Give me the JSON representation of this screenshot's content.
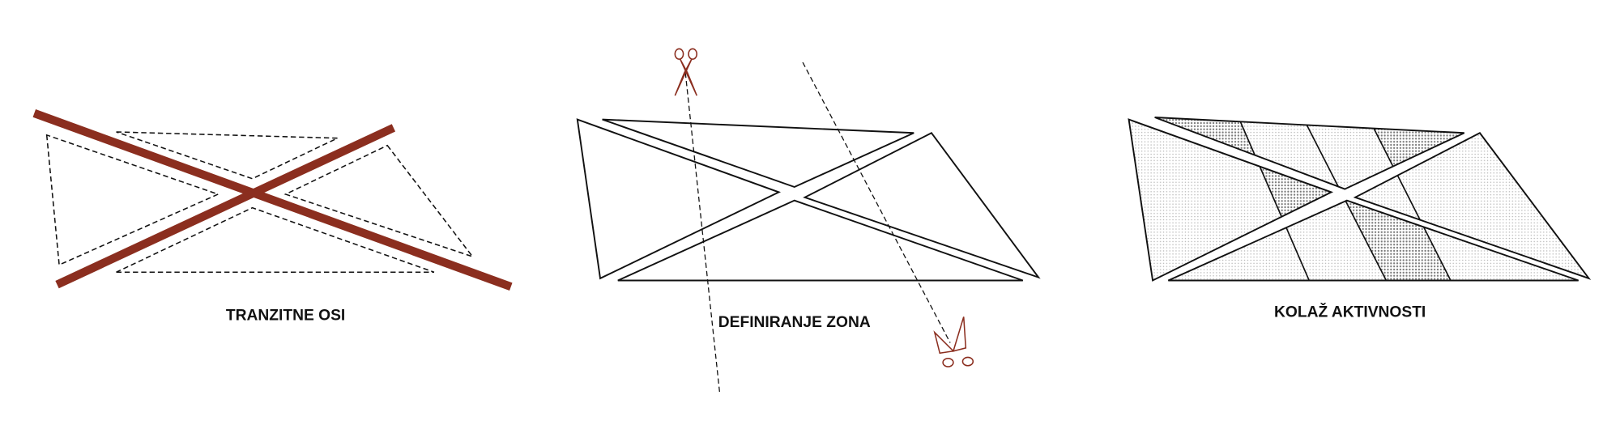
{
  "panels": [
    {
      "label": "TRANZITNE OSI"
    },
    {
      "label": "DEFINIRANJE ZONA"
    },
    {
      "label": "KOLAŽ AKTIVNOSTI"
    }
  ],
  "colors": {
    "axis": "#8b2e1f",
    "line": "#111111",
    "dots_light": "#b5b5b5",
    "dots_dark": "#7a7a7a"
  }
}
